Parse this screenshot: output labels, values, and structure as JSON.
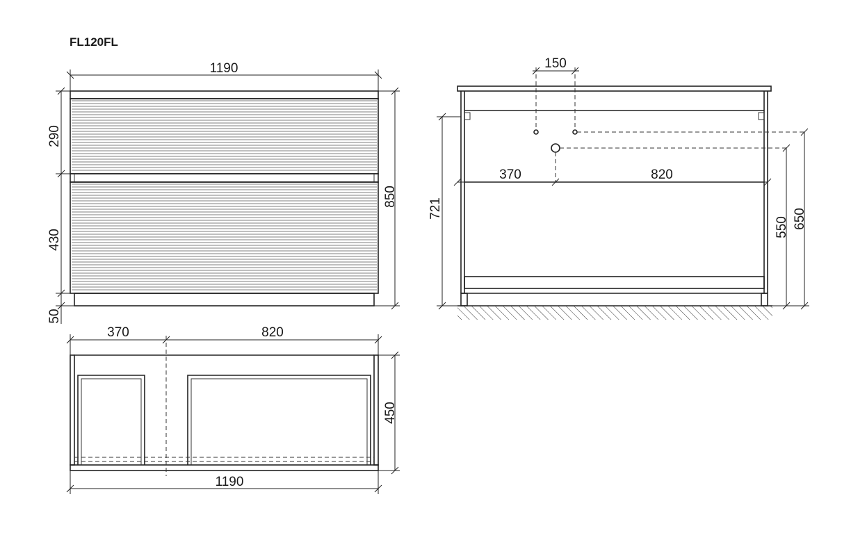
{
  "title": "FL120FL",
  "front": {
    "width": "1190",
    "height": "850",
    "drawer_top": "290",
    "drawer_bottom": "430",
    "plinth": "50"
  },
  "plan": {
    "left": "370",
    "right": "820",
    "depth": "450",
    "width": "1190"
  },
  "side": {
    "holes_spacing": "150",
    "left": "370",
    "right": "820",
    "height_721": "721",
    "height_550": "550",
    "height_650": "650"
  },
  "colors": {
    "line": "#222222",
    "background": "#ffffff"
  }
}
